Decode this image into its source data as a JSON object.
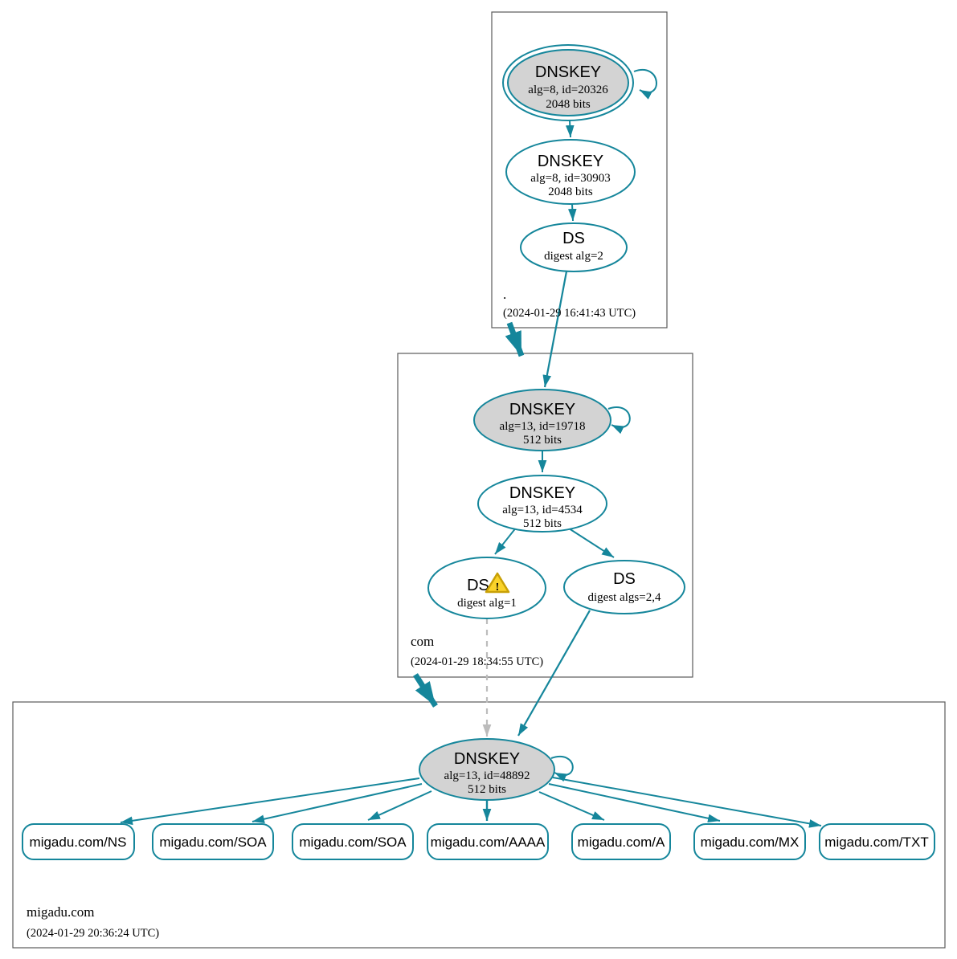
{
  "colors": {
    "edge_teal": "#15869b",
    "ksk_fill": "#d3d3d3",
    "node_fill": "#ffffff",
    "warning_fill": "#fad32a",
    "warning_border": "#c8a006",
    "dashed_edge": "#bcbcbc",
    "zone_box_border": "#5a5a5a"
  },
  "zones": [
    {
      "name": ".",
      "timestamp": "(2024-01-29 16:41:43 UTC)",
      "ksk": {
        "type": "DNSKEY",
        "detail1": "alg=8, id=20326",
        "detail2": "2048 bits"
      },
      "zsk": {
        "type": "DNSKEY",
        "detail1": "alg=8, id=30903",
        "detail2": "2048 bits"
      },
      "ds": {
        "type": "DS",
        "detail1": "digest alg=2"
      }
    },
    {
      "name": "com",
      "timestamp": "(2024-01-29 18:34:55 UTC)",
      "ksk": {
        "type": "DNSKEY",
        "detail1": "alg=13, id=19718",
        "detail2": "512 bits"
      },
      "zsk": {
        "type": "DNSKEY",
        "detail1": "alg=13, id=4534",
        "detail2": "512 bits"
      },
      "ds_warning": {
        "type": "DS",
        "detail1": "digest alg=1",
        "warning_glyph": "!"
      },
      "ds": {
        "type": "DS",
        "detail1": "digest algs=2,4"
      }
    },
    {
      "name": "migadu.com",
      "timestamp": "(2024-01-29 20:36:24 UTC)",
      "ksk": {
        "type": "DNSKEY",
        "detail1": "alg=13, id=48892",
        "detail2": "512 bits"
      },
      "rrsets": [
        {
          "label": "migadu.com/NS"
        },
        {
          "label": "migadu.com/SOA"
        },
        {
          "label": "migadu.com/SOA"
        },
        {
          "label": "migadu.com/AAAA"
        },
        {
          "label": "migadu.com/A"
        },
        {
          "label": "migadu.com/MX"
        },
        {
          "label": "migadu.com/TXT"
        }
      ]
    }
  ]
}
